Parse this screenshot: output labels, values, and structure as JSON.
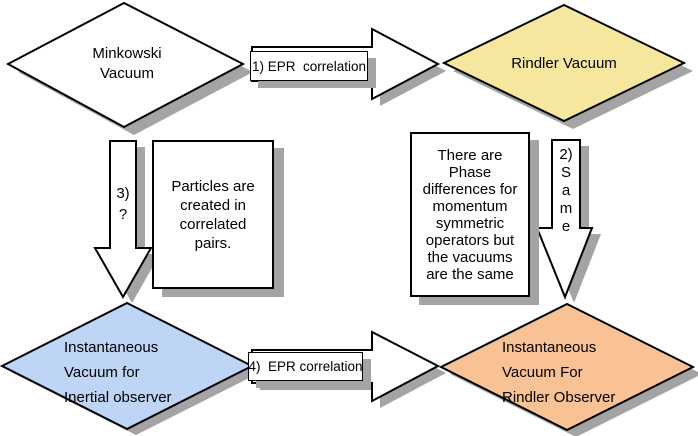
{
  "diagram": {
    "colors": {
      "background": "#FFFFFF",
      "outline": "#000000",
      "text": "#000000",
      "shadow": "#A4A4A4",
      "arrow_fill": "#FFFFFF",
      "note_fill": "#FFFFFF"
    },
    "nodes": {
      "minkowski": {
        "fill": "#FFFFFF",
        "lines": [
          "Minkowski",
          "Vacuum"
        ]
      },
      "rindler": {
        "fill": "#F5E79D",
        "lines": [
          "Rindler Vacuum"
        ]
      },
      "inertial": {
        "fill": "#BFD5F6",
        "lines": [
          "Instantaneous",
          "Vacuum for",
          "Inertial observer"
        ]
      },
      "rindler_observer": {
        "fill": "#F8C294",
        "lines": [
          "Instantaneous",
          "Vacuum For",
          "Rindler Observer"
        ]
      }
    },
    "arrows": {
      "arrow1": {
        "label": "1) EPR  correlation"
      },
      "arrow2": {
        "lines": [
          "2)",
          "S",
          "a",
          "m",
          "e"
        ]
      },
      "arrow3": {
        "lines": [
          "3)",
          "?"
        ]
      },
      "arrow4": {
        "label": "4)  EPR correlation"
      }
    },
    "notes": {
      "left": {
        "lines": [
          "Particles are",
          "created in",
          "correlated",
          "pairs."
        ]
      },
      "right": {
        "lines": [
          "There are",
          "Phase",
          "differences for",
          "momentum",
          "symmetric",
          "operators but",
          "the vacuums",
          "are the same"
        ]
      }
    }
  }
}
